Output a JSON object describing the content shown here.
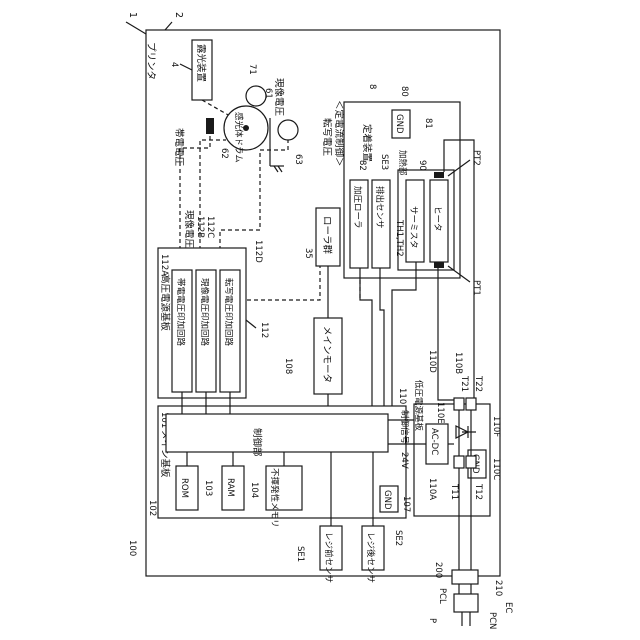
{
  "labels": {
    "fig_num": "1",
    "printer_ref": "2",
    "printer": "プリンタ",
    "exposure_ref": "4",
    "exposure": "露光装置",
    "drum_ref": "61",
    "drum": "感光体ドラム",
    "dev_roller_ref": "71",
    "dev_voltage_top": "現像電圧",
    "charge_ref": "62",
    "charge_voltage": "帯電電圧",
    "transfer_roller_ref": "63",
    "transfer_voltage": "転写電圧",
    "transfer_voltage_ctrl": "＜定電流制御＞",
    "dev_voltage_mid": "現像電圧",
    "ref_112B": "112B",
    "ref_112C": "112C",
    "ref_112D": "112D",
    "hv_board_ref": "112A",
    "hv_board": "高圧電源基板",
    "hv_charge": "帯電電圧印加回路",
    "hv_dev": "現像電圧印加回路",
    "hv_transfer": "転写電圧印加回路",
    "ref_112": "112",
    "roller_group_ref": "35",
    "roller_group": "ローラ群",
    "fixing_ref": "8",
    "fixing": "定着装置",
    "gnd_80_ref": "80",
    "gnd": "GND",
    "heating_ref": "81",
    "heating": "加熱部",
    "press_roller_ref": "82",
    "press_roller": "加圧ローラ",
    "exit_sensor_ref": "SE3",
    "exit_sensor": "排出センサ",
    "thermistor_ref_th": "TH1,TH2",
    "thermistor_ref": "90",
    "thermistor": "サーミスタ",
    "heater": "ヒータ",
    "pt2": "PT2",
    "pt1": "PT1",
    "motor_ref": "108",
    "motor": "メインモータ",
    "main_board_ref": "101",
    "main_board": "メイン基板",
    "control": "制御部",
    "rom": "ROM",
    "ram_ref": "103",
    "ram": "RAM",
    "nvm_ref": "104",
    "nvm": "不揮発性メモリ",
    "main_ref_102": "102",
    "gnd_107_ref": "107",
    "ref_100": "100",
    "ctrl_signal": "制御信号",
    "v24": "24V",
    "lv_ref_110": "110",
    "lv_ref_110D": "110D",
    "lv_board": "低圧電源基板",
    "ac_dc": "AC-DC",
    "ref_110E": "110E",
    "ref_110B": "110B",
    "ref_110F": "110F",
    "ref_110A": "110A",
    "ref_110C": "110C",
    "t11": "T11",
    "t12": "T12",
    "t21": "T21",
    "t22": "T22",
    "se1": "SE1",
    "reg_before": "レジ前センサ",
    "se2": "SE2",
    "reg_after": "レジ後センサ",
    "ref_200": "200",
    "ref_210": "210",
    "pcl": "PCL",
    "pcn": "PCN",
    "p": "P",
    "ec": "EC"
  }
}
